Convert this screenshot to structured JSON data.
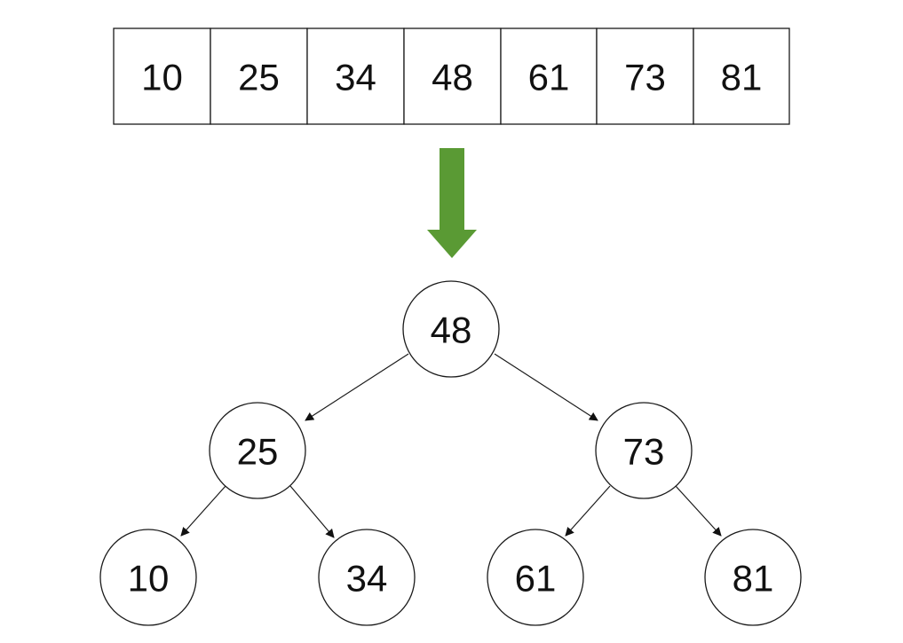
{
  "array": {
    "values": [
      "10",
      "25",
      "34",
      "48",
      "61",
      "73",
      "81"
    ]
  },
  "arrow": {
    "color": "#5a9a34"
  },
  "tree": {
    "root": {
      "label": "48",
      "left": "n25",
      "right": "n73"
    },
    "n25": {
      "label": "25",
      "left": "n10",
      "right": "n34"
    },
    "n73": {
      "label": "73",
      "left": "n61",
      "right": "n81"
    },
    "n10": {
      "label": "10"
    },
    "n34": {
      "label": "34"
    },
    "n61": {
      "label": "61"
    },
    "n81": {
      "label": "81"
    }
  }
}
